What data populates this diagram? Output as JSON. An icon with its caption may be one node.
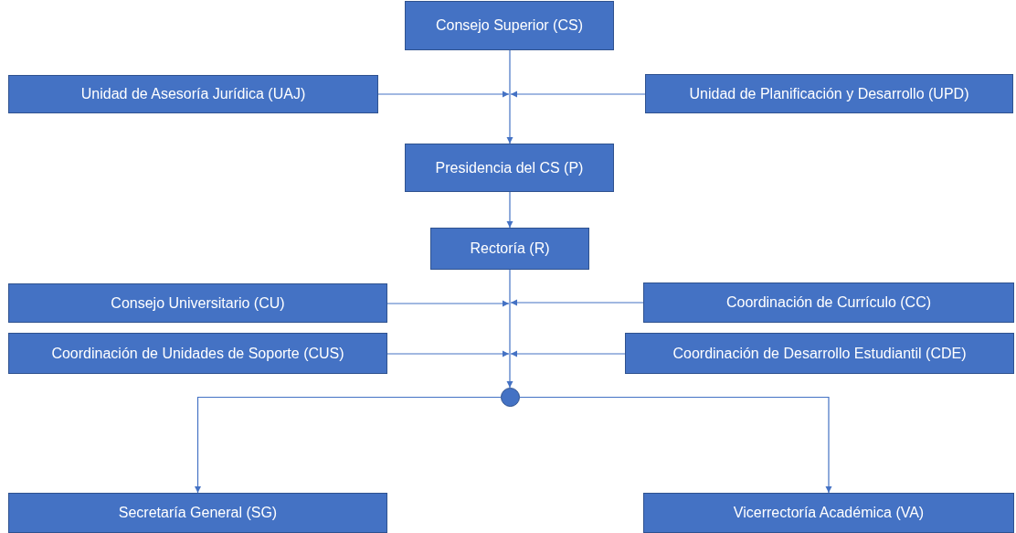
{
  "diagram": {
    "nodes": [
      {
        "text": [
          "Consejo Superior (CS)"
        ]
      },
      {
        "text": [
          "Unidad de Asesoría Jurídica (UAJ)"
        ]
      },
      {
        "text": [
          "Unidad de Planificación y Desarrollo (UPD)"
        ]
      },
      {
        "text": [
          "Presidencia del CS (P)"
        ]
      },
      {
        "text": [
          "Rectoría (R)"
        ]
      },
      {
        "text": [
          "Consejo Universitario (CU)"
        ]
      },
      {
        "text": [
          "Coordinación de Currículo (CC)"
        ]
      },
      {
        "text": [
          "Coordinación de Unidades de Soporte (CUS)"
        ]
      },
      {
        "text": [
          "Coordinación de Desarrollo Estudiantil (CDE)"
        ]
      },
      {
        "text": [],
        "shape": "circle"
      },
      {
        "text": [
          "Secretaría General (SG)"
        ]
      },
      {
        "text": [
          "Vicerrectoría Académica (VA)"
        ]
      }
    ],
    "edges": [
      {
        "from": 0,
        "to": 3,
        "arrow": "to"
      },
      {
        "from": 1,
        "to": null,
        "arrow": "to"
      },
      {
        "from": 2,
        "to": null,
        "arrow": "to"
      },
      {
        "from": 3,
        "to": 4,
        "arrow": "to"
      },
      {
        "from": 5,
        "to": null,
        "arrow": "to"
      },
      {
        "from": 6,
        "to": null,
        "arrow": "to"
      },
      {
        "from": 7,
        "to": null,
        "arrow": "to"
      },
      {
        "from": 8,
        "to": null,
        "arrow": "to"
      },
      {
        "from": 4,
        "to": 9,
        "arrow": "to"
      },
      {
        "from": 9,
        "to": 10,
        "arrow": "to"
      },
      {
        "from": 9,
        "to": 11,
        "arrow": "to"
      }
    ]
  }
}
